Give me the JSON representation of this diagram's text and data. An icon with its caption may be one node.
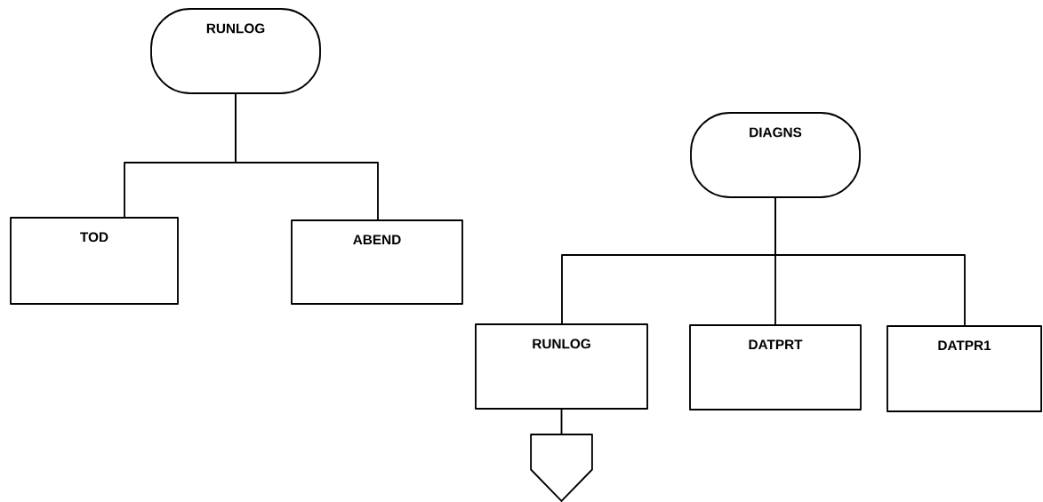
{
  "diagram": {
    "nodes": [
      {
        "text": [
          "RUNLOG"
        ]
      },
      {
        "text": [
          "TOD"
        ]
      },
      {
        "text": [
          "ABEND"
        ]
      },
      {
        "text": [
          "DIAGNS"
        ]
      },
      {
        "text": [
          "RUNLOG"
        ]
      },
      {
        "text": [
          "DATPRT"
        ]
      },
      {
        "text": [
          "DATPR1"
        ]
      },
      {
        "text": [],
        "shape": "pentagon"
      }
    ],
    "edges": [
      {
        "from": 0,
        "to": 1,
        "arrow": "none"
      },
      {
        "from": 0,
        "to": 2,
        "arrow": "none"
      },
      {
        "from": 3,
        "to": 4,
        "arrow": "none"
      },
      {
        "from": 3,
        "to": 5,
        "arrow": "none"
      },
      {
        "from": 3,
        "to": 6,
        "arrow": "none"
      },
      {
        "from": 4,
        "to": 7,
        "arrow": "none"
      }
    ]
  }
}
